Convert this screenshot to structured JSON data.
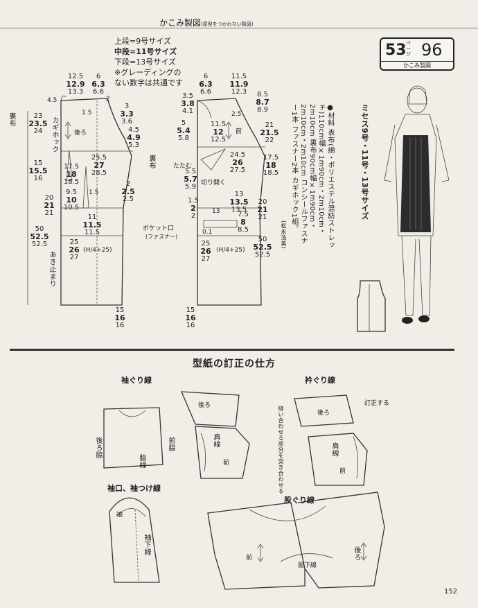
{
  "header": {
    "title": "かこみ製図",
    "subtitle": "(原型をつかわない製図)"
  },
  "size_legend": {
    "upper": "上段=9号サイズ",
    "middle": "中段=11号サイズ",
    "lower": "下段=13号サイズ",
    "note": "※グレーディングの",
    "note2": "ない数字は共通です"
  },
  "badge": {
    "page_a": "53",
    "kana": "ページ",
    "page_b": "96",
    "caption": "かこみ製図"
  },
  "materials": {
    "title": "ミセス9号・11号・13号サイズ",
    "body": "●材料 表布(綿・ポリエステル混紡ストレッチ)110cm幅×1m90cm・2m10cm・2m10cm 裏布90cm幅×1m90cm・2m10cm・2m10cm コンシールファスナー1本 ファスナー2本 カギホック1組。",
    "credit": "(松永浩美)"
  },
  "back_piece": {
    "top_width": [
      "12.5",
      "12.9",
      "13.3"
    ],
    "neck_width": [
      "6",
      "6.3",
      "6.6"
    ],
    "shoulder": [
      "3",
      "3.3",
      "3.6"
    ],
    "armhole_depth": [
      "23",
      "23.5",
      "24"
    ],
    "dart_a": [
      "4.5",
      "4.9",
      "5.3"
    ],
    "waist_width": [
      "25.5",
      "27",
      "28.5"
    ],
    "dart_b": [
      "17.5",
      "18",
      "18.5"
    ],
    "waist_len": [
      "15",
      "15.5",
      "16"
    ],
    "side": [
      "2",
      "2.5",
      "2.5"
    ],
    "dart_c": [
      "9.5",
      "10",
      "10.5"
    ],
    "hip_len": [
      "20",
      "21",
      "21"
    ],
    "hip_dart": [
      "11",
      "11.5",
      "11.5"
    ],
    "skirt_len": [
      "50",
      "52.5",
      "52.5"
    ],
    "hem": [
      "25",
      "26",
      "27"
    ],
    "hem_formula": "(H/4+25)",
    "bottom": [
      "15",
      "16",
      "16"
    ],
    "shoulder_top": "2",
    "label_back": "後ろ",
    "label_hook": "カギホック",
    "label_lining": "裏布",
    "label_opening": "あき止まり",
    "label_lining2": "裏布",
    "neck_small": "1.5",
    "mark_45": "4.5",
    "mark_15": "1.5"
  },
  "front_piece": {
    "neck_width": [
      "6",
      "6.3",
      "6.6"
    ],
    "top_width": [
      "11.5",
      "11.9",
      "12.3"
    ],
    "shoulder": [
      "3.5",
      "3.8",
      "4.1"
    ],
    "upper_len": [
      "8.5",
      "8.7",
      "8.9"
    ],
    "chest_len": [
      "21",
      "21.5",
      "22"
    ],
    "side_a": [
      "5",
      "5.4",
      "5.8"
    ],
    "side_b": [
      "11.5",
      "12",
      "12.5"
    ],
    "waist_width": [
      "24.5",
      "26",
      "27.5"
    ],
    "waist_len": [
      "17.5",
      "18",
      "18.5"
    ],
    "panel": [
      "5.5",
      "5.7",
      "5.9"
    ],
    "pocket_a": [
      "13",
      "13.5",
      "13.5"
    ],
    "pocket_b": [
      "13",
      "13",
      "13"
    ],
    "pocket_c": [
      "7.5",
      "8",
      "8.5"
    ],
    "hip_len": [
      "20",
      "21",
      "21"
    ],
    "side_c": [
      "1.5",
      "2",
      "2"
    ],
    "skirt_len": [
      "50",
      "52.5",
      "52.5"
    ],
    "hem": [
      "25",
      "26",
      "27"
    ],
    "hem_formula": "(H/4+25)",
    "bottom": [
      "15",
      "16",
      "16"
    ],
    "label_front": "前",
    "label_cut": "切り開く",
    "label_pocket": "ポケット口",
    "label_zip": "(ファスナー)",
    "label_ta": "たたむ",
    "mark_01": "0.1",
    "top_small": "2.5"
  },
  "correction": {
    "title": "型紙の訂正の仕方",
    "armhole": "袖ぐり線",
    "neckline": "衿ぐり線",
    "sleeve": "袖口、袖つけ線",
    "crotch": "股ぐり線",
    "back": "後ろ",
    "front": "前",
    "shoulder_line": "肩線",
    "side_line": "脇線",
    "front_side": "前脇",
    "back_side": "後ろ脇",
    "correct": "訂正する",
    "sleeve_label": "袖",
    "under_sleeve": "袖下線",
    "inseam": "股下線",
    "note_v": "縫い合わせる部分を突き合わせる"
  },
  "page_number": "152"
}
